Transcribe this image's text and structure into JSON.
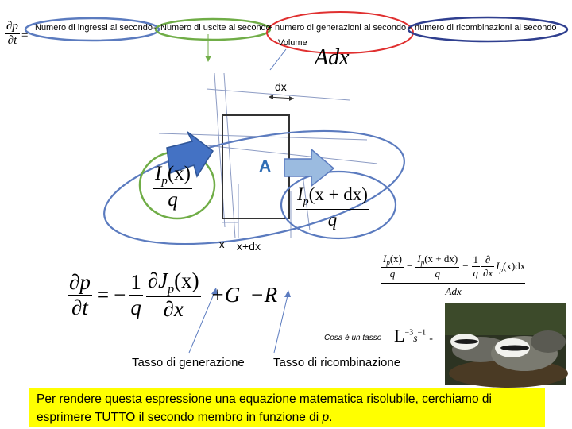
{
  "equation_top": {
    "lhs_num": "∂p",
    "lhs_den": "∂t",
    "equals": "="
  },
  "header": {
    "term_ingressi": "Numero di ingressi al secondo",
    "minus_1": "-",
    "term_uscite": "Numero di uscite al secondo",
    "plus": "+",
    "term_generazioni": "numero di generazioni al secondo",
    "minus_2": "-",
    "term_ricombinazioni": "numero di ricombinazioni al secondo",
    "volume_label": "Volume",
    "adx": "Adx"
  },
  "diagram": {
    "dx_label": "dx",
    "area_label": "A",
    "flux_in_num": "I",
    "flux_in_sub": "p",
    "flux_in_arg": "(x)",
    "flux_in_den": "q",
    "flux_out_num": "I",
    "flux_out_sub": "p",
    "flux_out_arg": "(x + dx)",
    "flux_out_den": "q",
    "x_label": "x",
    "x_dx_label": "x+dx",
    "colors": {
      "arrow_in": "#4472c4",
      "arrow_out": "#9bbbe0",
      "ellipse_green": "#70ad47",
      "ellipse_blue": "#5b7bbf",
      "box": "#333333",
      "area_label": "#2f6db5"
    }
  },
  "main_equation": {
    "lhs_num": "∂p",
    "lhs_den": "∂t",
    "equals": "=",
    "minus": "−",
    "one": "1",
    "q": "q",
    "d_num": "∂J",
    "sub_p": "p",
    "arg": "(x)",
    "dx": "∂x",
    "plus_g": "+G",
    "minus_r": "−R"
  },
  "right_equation": {
    "a_num": "I",
    "a_sub": "p",
    "a_arg": "(x)",
    "a_den": "q",
    "minus1": "−",
    "b_num": "I",
    "b_sub": "p",
    "b_arg": "(x + dx)",
    "b_den": "q",
    "minus2": "−",
    "c_num": "1",
    "c_den": "q",
    "d_num": "∂",
    "d_den": "∂x",
    "d_tail": "I",
    "d_sub": "p",
    "d_arg": "(x)dx",
    "denominator": "Adx"
  },
  "rate_note": {
    "label": "Cosa è un tasso",
    "units_main": "L",
    "units_exp1": "−3",
    "units_s": "s",
    "units_exp2": "−1",
    "units_dash": "-"
  },
  "labels": {
    "generazione": "Tasso di generazione",
    "ricombinazione": "Tasso di ricombinazione"
  },
  "footer": {
    "text_before": "Per rendere questa espressione una equazione matematica risolubile, cerchiamo di esprimere TUTTO il secondo membro in funzione di ",
    "var": "p",
    "text_after": "."
  }
}
